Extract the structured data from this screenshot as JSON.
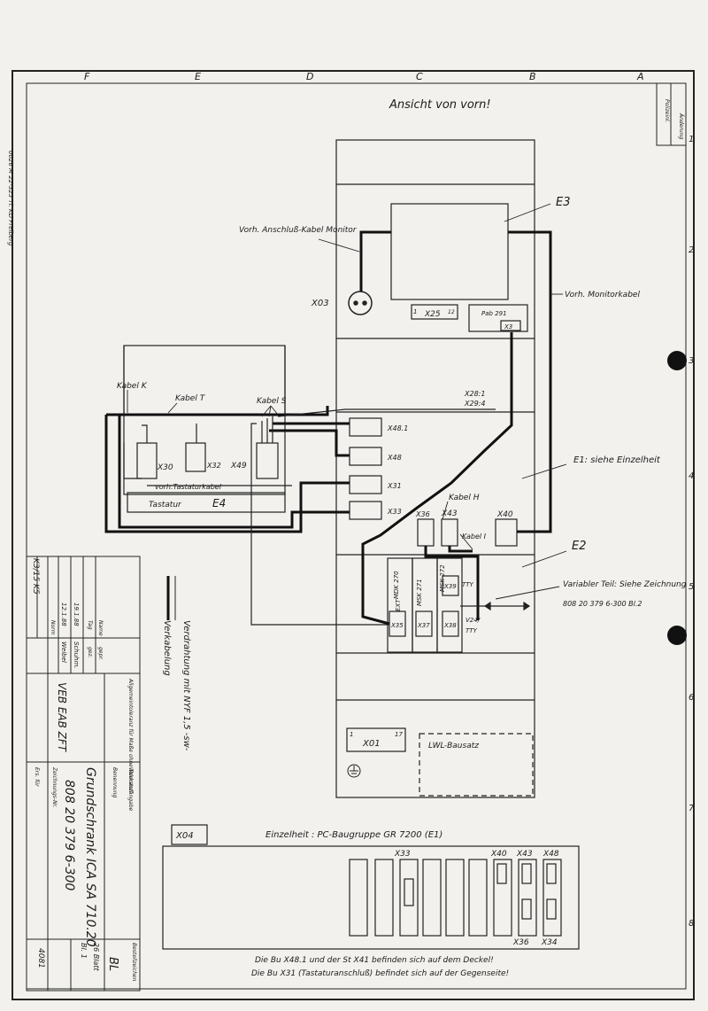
{
  "header": {
    "title": "Ansicht von vorn!",
    "side_col_a": "Polizeinl.",
    "side_col_b": "Änderung"
  },
  "border": {
    "letters_top": [
      "F",
      "E",
      "D",
      "C",
      "B",
      "A"
    ],
    "numbers_left": [
      "1",
      "2",
      "3",
      "4",
      "5",
      "6",
      "7",
      "8"
    ],
    "left_vertical_text": "0026 M 22-325 Tl. KD Freiberg"
  },
  "cabinet": {
    "units": {
      "e3": "E3",
      "e1": "E1: siehe Einzelheit",
      "e2": "E2",
      "e4": "E4"
    },
    "labels": {
      "monitor_cable_label": "Vorh. Anschluß-Kabel Monitor",
      "monitor_cable_right": "Vorh. Monitorkabel",
      "x03": "X03",
      "x25": "X25",
      "x25_pin_1": "1",
      "x25_pin_12": "12",
      "pab": "Pab 291",
      "x3": "X3",
      "x28": "X28:1",
      "x29": "X29:4",
      "kabel_k": "Kabel K",
      "kabel_t": "Kabel T",
      "kabel_s": "Kabel S",
      "kabel_h": "Kabel H",
      "kabel_i": "Kabel I",
      "x30": "X30",
      "x32": "X32",
      "x49": "X49",
      "x48_1": "X48.1",
      "x48": "X48",
      "x31": "X31",
      "x33": "X33",
      "x36": "X36",
      "x43": "X43",
      "x40": "X40",
      "vorh_tastatur": "vorh.Tastaturkabel",
      "tastatur": "Tastatur",
      "variabler": "Variabler Teil: Siehe Zeichnung",
      "variabler_nr": "808 20 379 6-300 Bl.2",
      "mdk": "MDK 270",
      "msk": "MSK 271",
      "msk2": "MSK 272",
      "ext": "EXT",
      "x35": "X35",
      "x37": "X37",
      "x38": "X38",
      "x39": "X39",
      "tty": "TTY",
      "tty2": "TTY",
      "v24": "V24/",
      "x01": "X01",
      "x01_pin_1": "1",
      "x01_pin_17": "17",
      "lwl": "LWL-Bausatz"
    }
  },
  "legend": {
    "thin": "Verdrahtung mit NYF 1,5 -sw-",
    "thick": "Verkabelung"
  },
  "detail": {
    "box_label": "X04",
    "title": "Einzelheit : PC-Baugruppe GR 7200   (E1)",
    "x33": "X33",
    "x40": "X40",
    "x43": "X43",
    "x48": "X48",
    "x36": "X36",
    "x34": "X34"
  },
  "notes": {
    "line1": "Die Bu X48.1 und der St X41 befinden sich auf dem Deckel!",
    "line2": "Die Bu X31 (Tastaturanschluß) befindet sich auf der Gegenseite!"
  },
  "title_block": {
    "company": "VEB EAB ZFT",
    "name": "Grundschrank ICA SA 710.20",
    "number": "808 20 379 6-300",
    "sheet": "BL",
    "sheet_no": "Bl. 1",
    "sheets": "26 Blatt",
    "sheet_label": "Bestellzeichen",
    "code": "K3/15 K5",
    "doc_no": "4081",
    "ersatz": "Ers. für",
    "zeichnungsnr_label": "Zeichnungs-Nr.",
    "benennung": "Benennung",
    "material": "Werkstoff",
    "tolerance": "Allgemeintoleranz für Maße ohne Toleranzangabe",
    "gez": "gez.",
    "gepr": "gepr.",
    "norm": "Norm",
    "tag": "Tag",
    "name_col": "Name",
    "date1": "12.1.88",
    "date2": "19.1.88",
    "sign1": "Weibel",
    "sign2": "Schuhm."
  }
}
